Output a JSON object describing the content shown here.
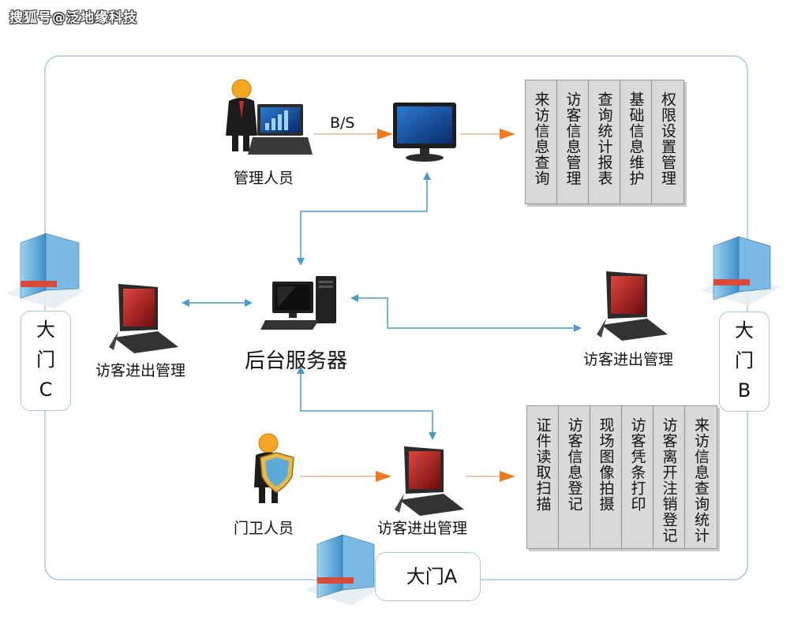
{
  "watermark": "搜狐号@泛地缘科技",
  "admin": {
    "label": "管理人员",
    "link_label": "B/S"
  },
  "server": {
    "label": "后台服务器"
  },
  "guard": {
    "label": "门卫人员"
  },
  "kiosks": {
    "west": "访客进出管理",
    "east": "访客进出管理",
    "south": "访客进出管理"
  },
  "gates": {
    "a": {
      "line1": "大门A"
    },
    "b": {
      "line1": "大",
      "line2": "门",
      "line3": "B"
    },
    "c": {
      "line1": "大",
      "line2": "门",
      "line3": "C"
    }
  },
  "bs_functions": [
    "来访信息查询",
    "访客信息管理",
    "查询统计报表",
    "基础信息维护",
    "权限设置管理"
  ],
  "guard_functions": [
    "证件读取扫描",
    "访客信息登记",
    "现场图像拍摄",
    "访客凭条打印",
    "访客离开注销登记",
    "来访信息查询统计"
  ],
  "colors": {
    "orange_arrow": "#f07b1e",
    "blue_arrow": "#4a9cc8",
    "loop_border": "#a9c8df"
  }
}
